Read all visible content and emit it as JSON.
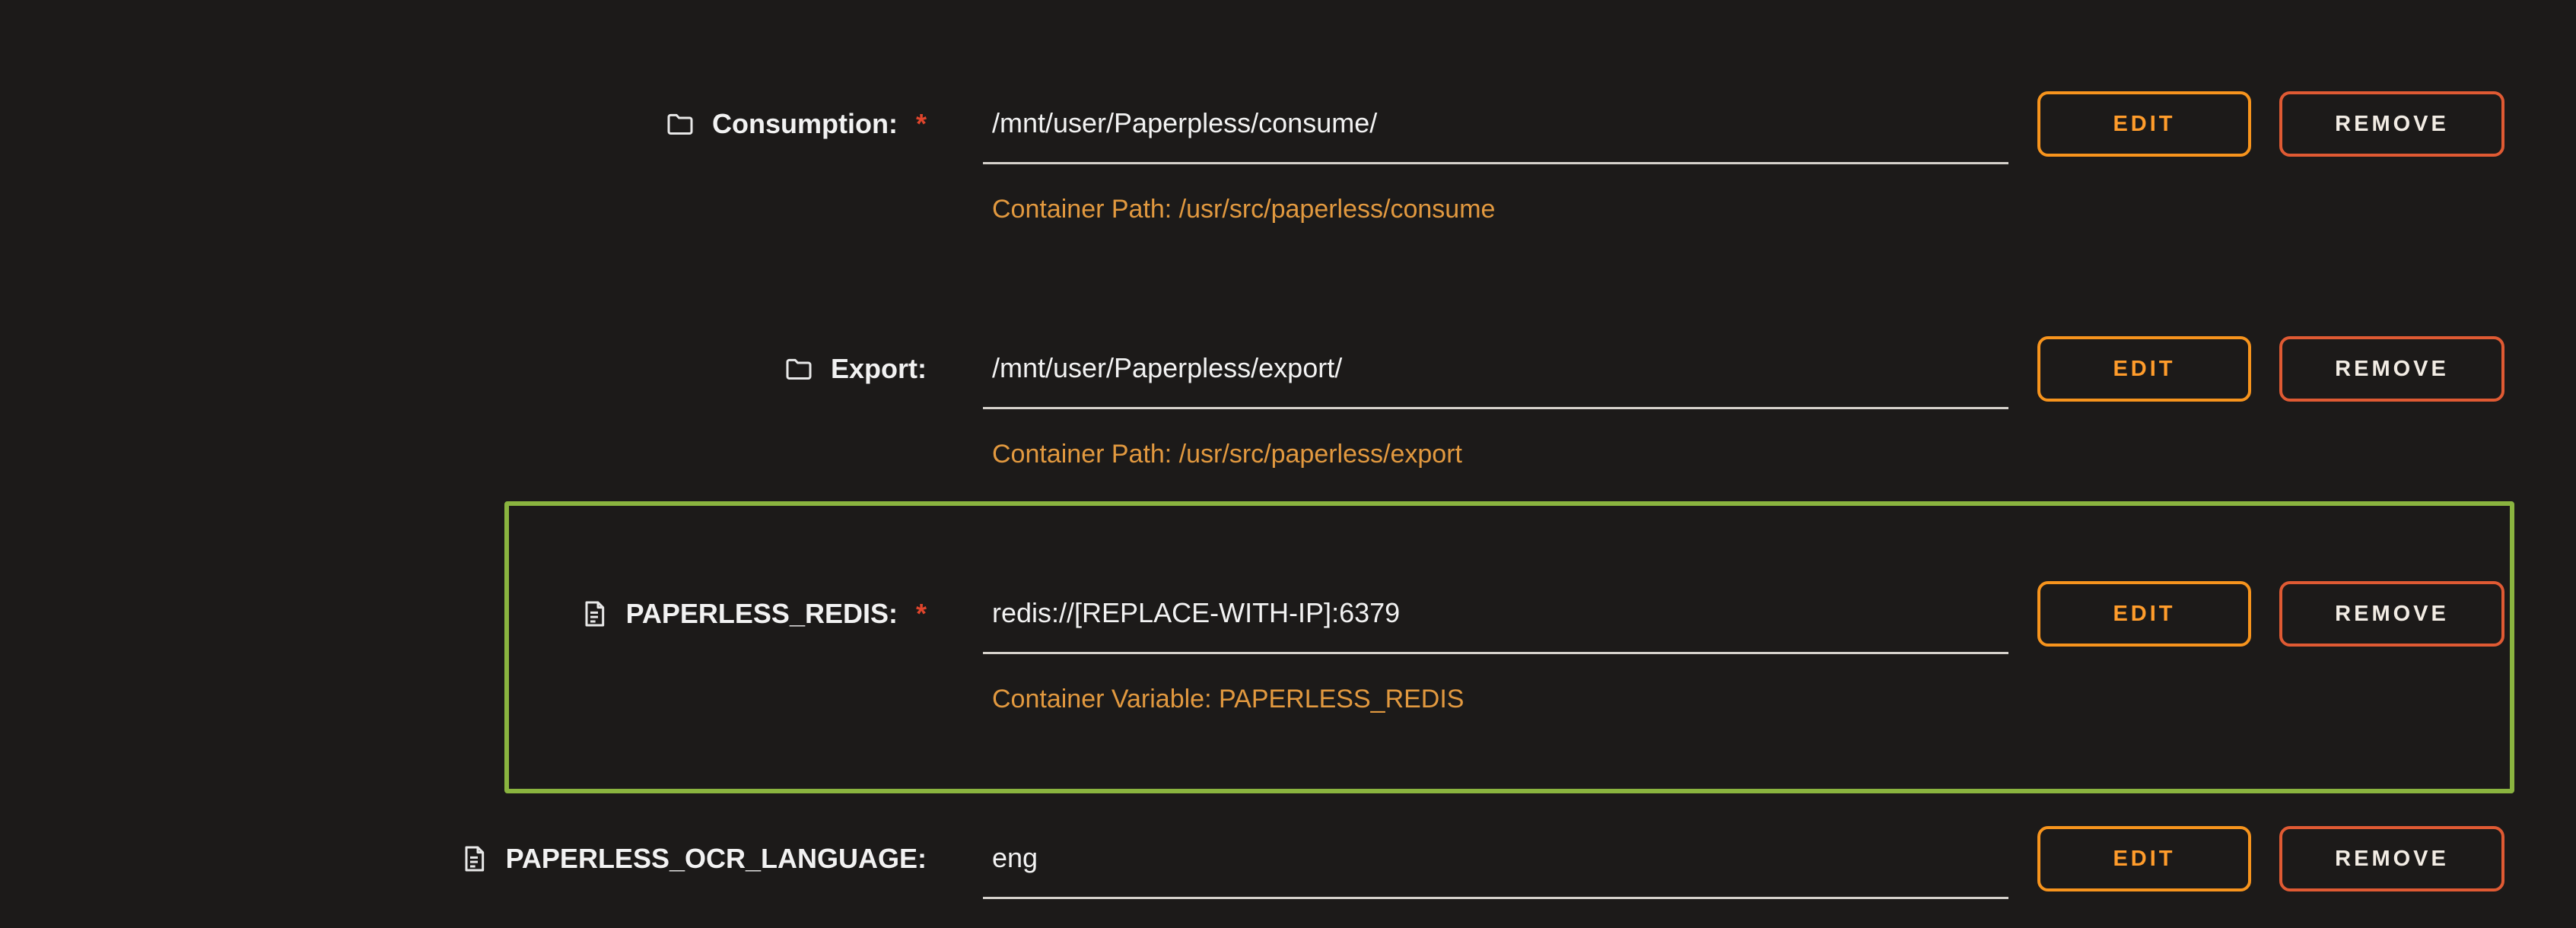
{
  "page": {
    "background_color": "#1c1a19"
  },
  "colors": {
    "label_text": "#f2f2f2",
    "value_text": "#f2f2f2",
    "required_asterisk": "#e0452c",
    "hint_orange": "#e2993f",
    "edit_button_border": "#f7941d",
    "edit_button_text": "#ff9c2b",
    "remove_button_border": "#e05a33",
    "remove_button_text": "#f2ece4",
    "input_underline": "#d6d2cc",
    "highlight_green": "#8ab43f"
  },
  "required_marker": "*",
  "buttons": {
    "edit": "EDIT",
    "remove": "REMOVE"
  },
  "rows": [
    {
      "icon": "folder-icon",
      "label": "Consumption:",
      "required": true,
      "value": "/mnt/user/Paperpless/consume/",
      "hint": "Container Path: /usr/src/paperless/consume",
      "highlighted": false
    },
    {
      "icon": "folder-icon",
      "label": "Export:",
      "required": false,
      "value": "/mnt/user/Paperpless/export/",
      "hint": "Container Path: /usr/src/paperless/export",
      "highlighted": false
    },
    {
      "icon": "document-icon",
      "label": "PAPERLESS_REDIS:",
      "required": true,
      "value": "redis://[REPLACE-WITH-IP]:6379",
      "hint": "Container Variable: PAPERLESS_REDIS",
      "highlighted": true
    },
    {
      "icon": "document-icon",
      "label": "PAPERLESS_OCR_LANGUAGE:",
      "required": false,
      "value": "eng",
      "hint": "",
      "highlighted": false
    }
  ]
}
